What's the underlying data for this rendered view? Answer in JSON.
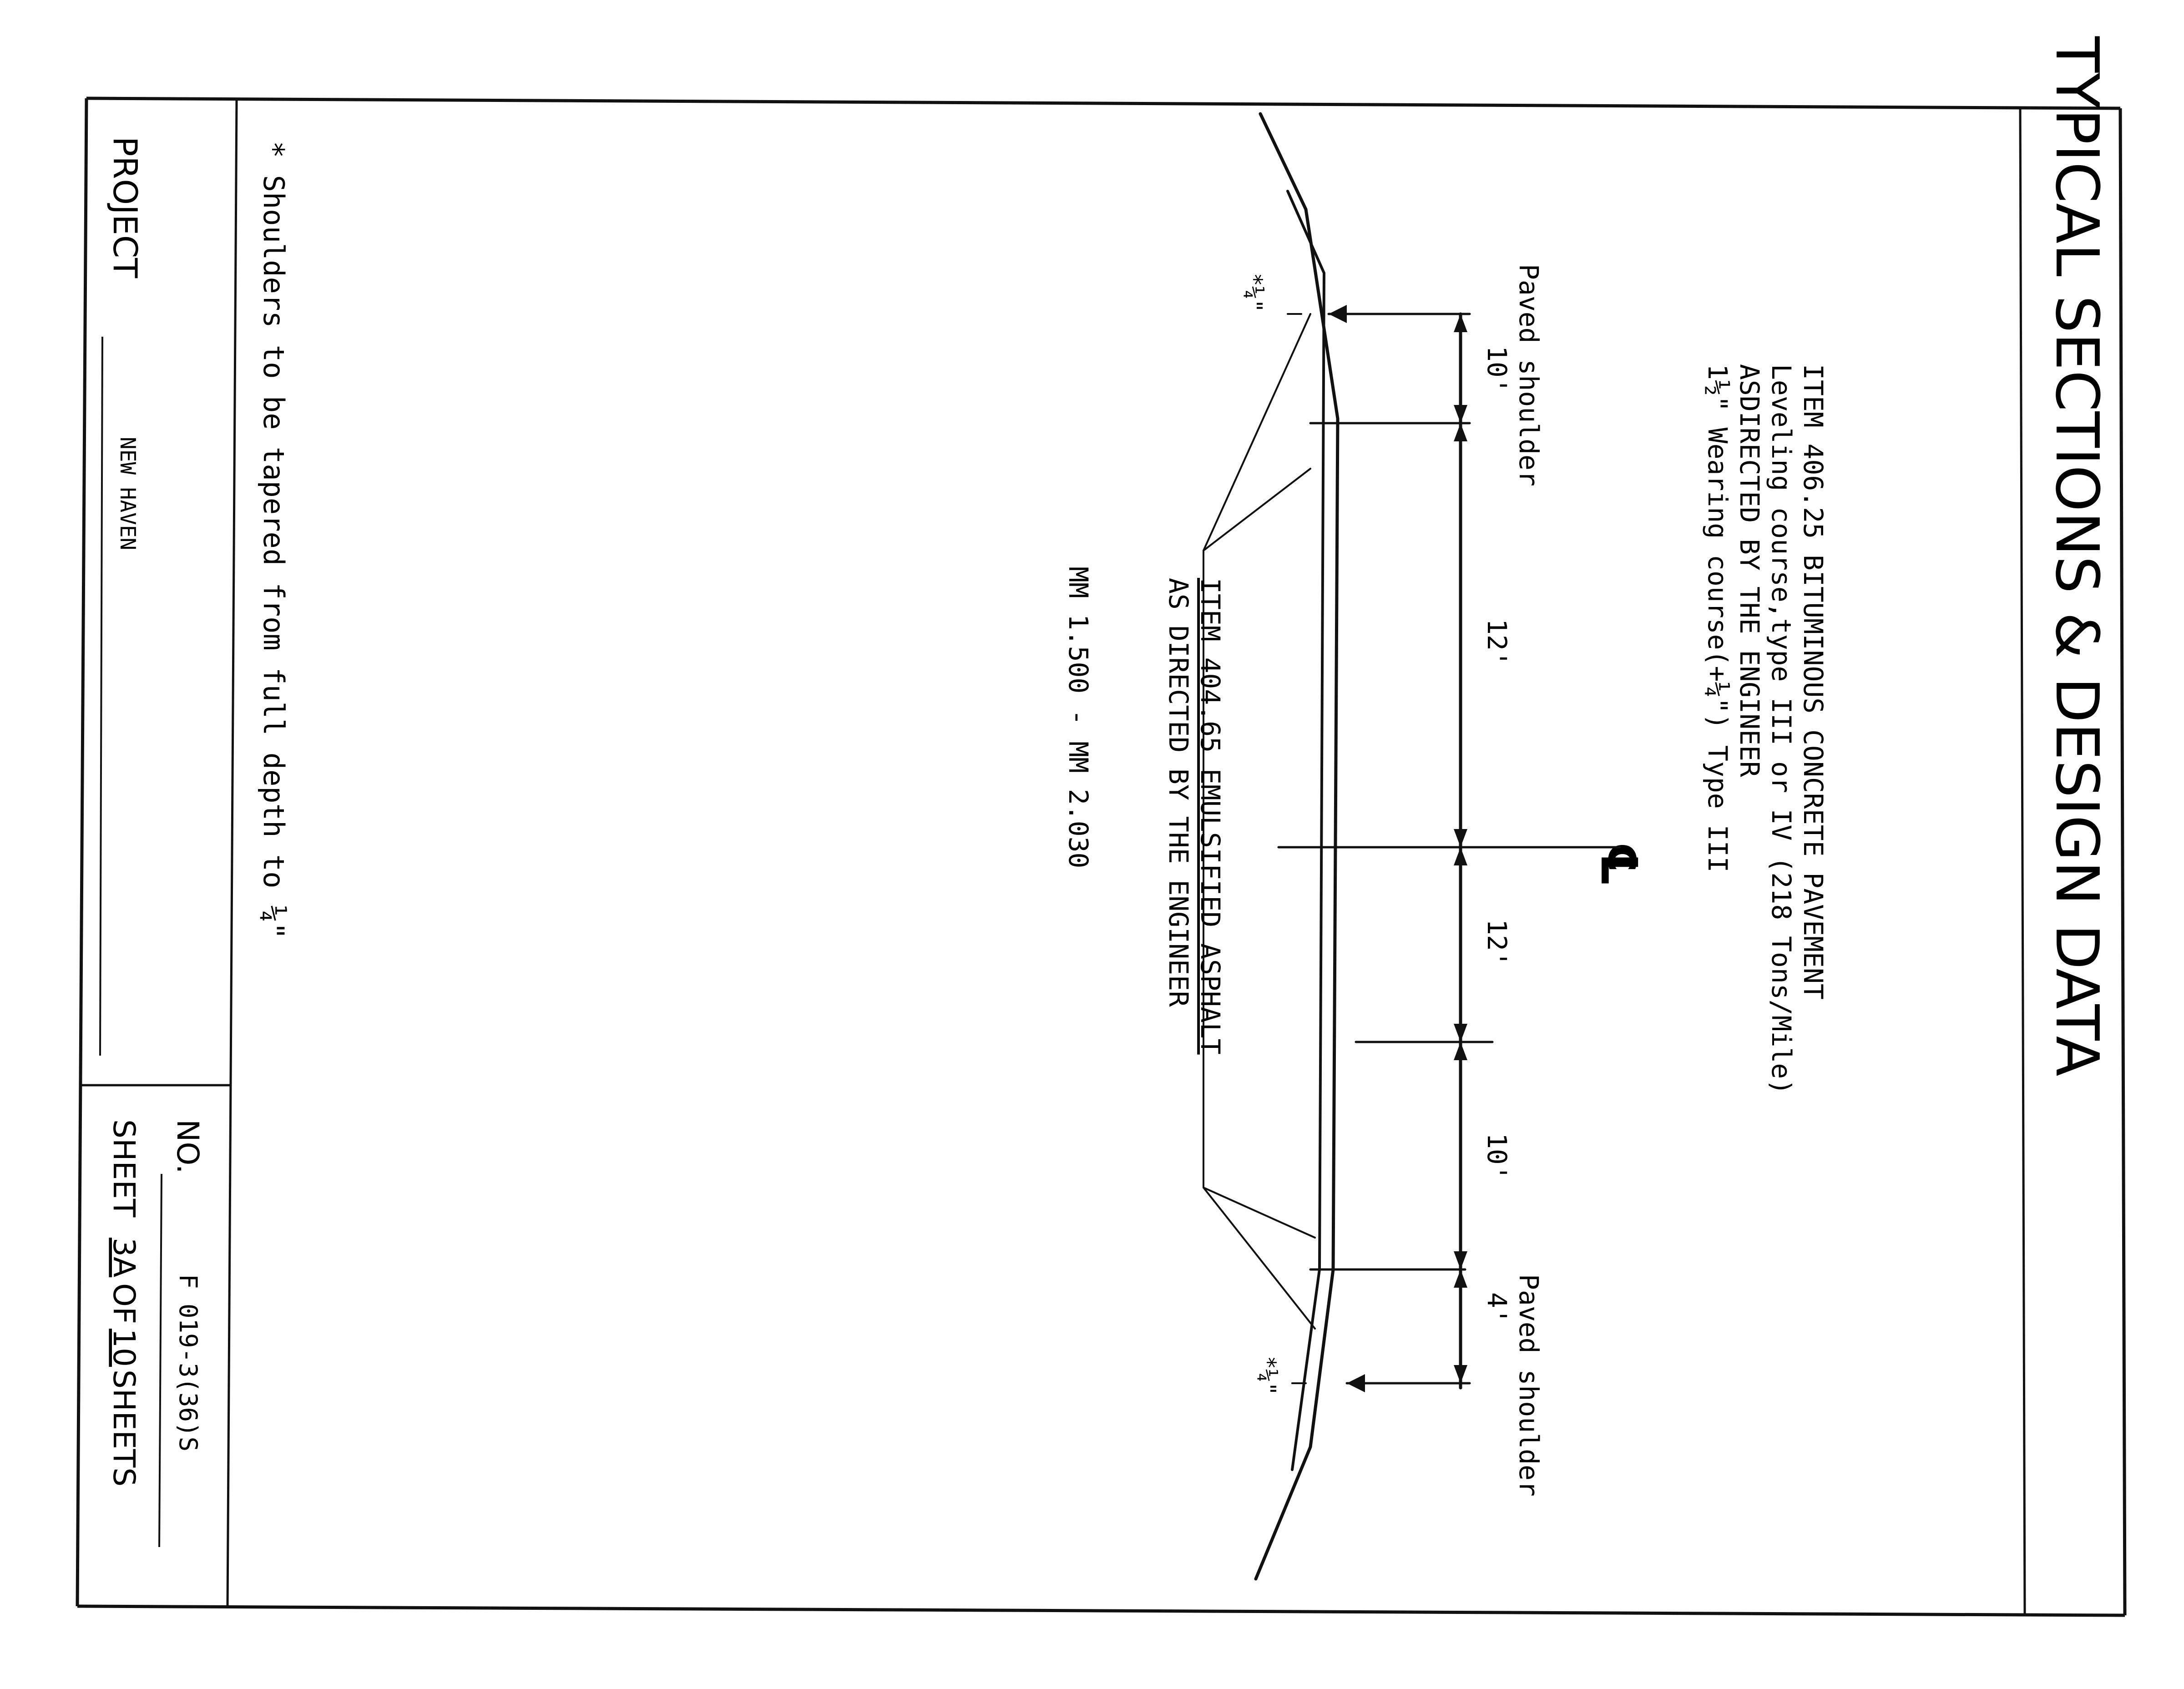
{
  "title": "TYPICAL SECTIONS & DESIGN DATA",
  "item_406": {
    "line1": "ITEM 406.25 BITUMINOUS CONCRETE PAVEMENT",
    "line2": "Leveling course,type III or IV (218 Tons/Mile)",
    "line3": "ASDIRECTED BY THE ENGINEER",
    "line4": "1½\" Wearing course(+¼\") Type III"
  },
  "centerline_symbol": "℄",
  "left_shoulder_label": "Paved shoulder",
  "right_shoulder_label": "Paved shoulder",
  "dimensions": {
    "left_shoulder": "10'",
    "left_lane": "12'",
    "right_lane": "12'",
    "right_lane_outer": "10'",
    "right_shoulder": "4'"
  },
  "taper_left": "*¼\"",
  "taper_right": "*¼\"",
  "item_404": {
    "line1": "ITEM 404.65 EMULSIFIED ASPHALT",
    "line2": "AS DIRECTED BY THE ENGINEER"
  },
  "mile_marker_range": "MM 1.500 - MM 2.030",
  "footnote": "* Shoulders to be tapered from full depth to ¼\"",
  "project": {
    "label": "PROJECT",
    "value": "NEW HAVEN"
  },
  "number": {
    "label": "NO.",
    "value": "F 019-3(36)S"
  },
  "sheet": {
    "label_sheet": "SHEET",
    "current": "3A",
    "label_of": "OF",
    "total": "10",
    "label_sheets": "SHEETS"
  }
}
